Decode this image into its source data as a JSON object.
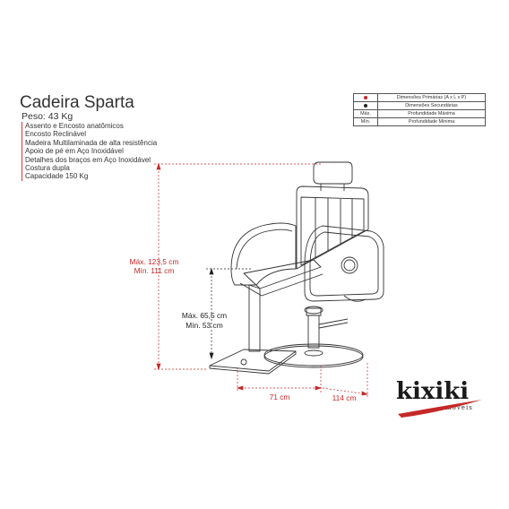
{
  "title": "Cadeira Sparta",
  "weight": "Peso: 43 Kg",
  "features": [
    "Assento e Encosto anatômicos",
    "Encosto Reclinável",
    "Madeira Multilaminada de alta resistência",
    "Apoio de pé em Aço Inoxidável",
    "Detalhes dos braços em Aço Inoxidável",
    "Costura dupla",
    "Capacidade 150 Kg"
  ],
  "legend": [
    {
      "key": "●",
      "key_color": "#c62828",
      "label": "Dimensões Primárias (A x L x P)"
    },
    {
      "key": "●",
      "key_color": "#222222",
      "label": "Dimensões Secundárias"
    },
    {
      "key": "Máx.",
      "label": "Profundidade Máxima"
    },
    {
      "key": "Mín.",
      "label": "Profundidade Mínima"
    }
  ],
  "dimensions": {
    "height_max": "Máx. 123,5 cm",
    "height_min": "Mín. 111 cm",
    "seat_max": "Máx. 65,5 cm",
    "seat_min": "Mín. 53 cm",
    "width": "71 cm",
    "depth": "114 cm"
  },
  "logo": {
    "word": "kixiki",
    "sub": "móveis"
  },
  "colors": {
    "primary_dim": "#c62828",
    "secondary_dim": "#222222",
    "logo_swoosh": "#c62828"
  }
}
